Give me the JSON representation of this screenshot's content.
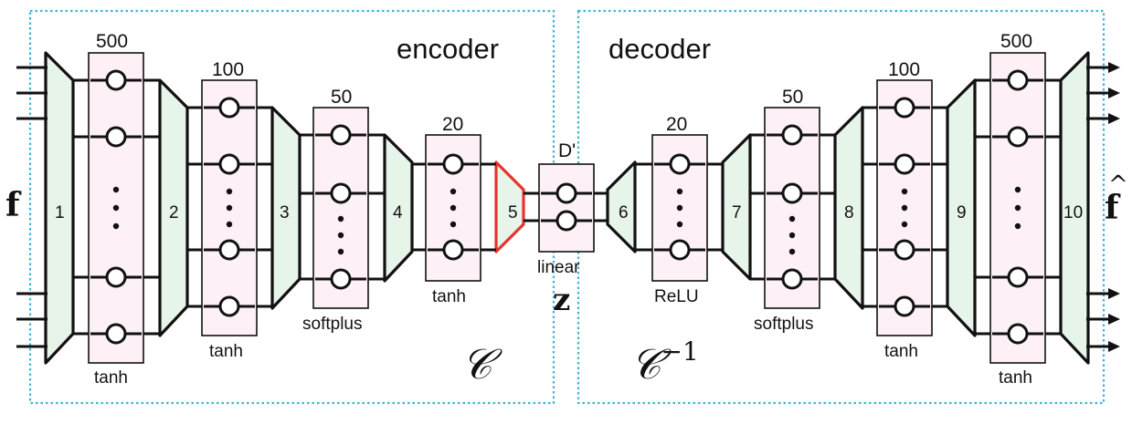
{
  "encoder": {
    "title": "encoder",
    "input_symbol": "f",
    "map_symbol": "𝒞",
    "layer_numbers": [
      "1",
      "2",
      "3",
      "4",
      "5"
    ],
    "groups": [
      {
        "size": "500",
        "activation": "tanh"
      },
      {
        "size": "100",
        "activation": "tanh"
      },
      {
        "size": "50",
        "activation": "softplus"
      },
      {
        "size": "20",
        "activation": "tanh"
      }
    ]
  },
  "latent": {
    "size": "D'",
    "activation": "linear",
    "symbol": "z"
  },
  "decoder": {
    "title": "decoder",
    "output_symbol": "f",
    "output_hat": "^",
    "map_symbol": "𝒞",
    "map_superscript": "−1",
    "layer_numbers": [
      "6",
      "7",
      "8",
      "9",
      "10"
    ],
    "groups": [
      {
        "size": "20",
        "activation": "ReLU"
      },
      {
        "size": "50",
        "activation": "softplus"
      },
      {
        "size": "100",
        "activation": "tanh"
      },
      {
        "size": "500",
        "activation": "tanh"
      }
    ]
  },
  "colors": {
    "border": "#3cb4d6",
    "trapezoid_fill": "#e6f4ea",
    "group_fill": "#fdf0f6",
    "highlight": "#e8332e"
  }
}
